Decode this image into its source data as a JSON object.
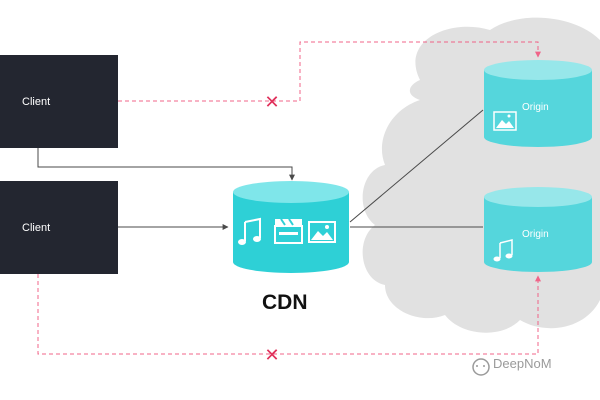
{
  "clients": [
    {
      "label": "Client"
    },
    {
      "label": "Client"
    }
  ],
  "cdn": {
    "label": "CDN",
    "icons": [
      "music-note-icon",
      "video-clapper-icon",
      "image-icon"
    ]
  },
  "origins": [
    {
      "label": "Origin",
      "icon": "image-icon"
    },
    {
      "label": "Origin",
      "icon": "music-note-icon"
    }
  ],
  "blocked_marker": "✕",
  "watermark": "DeepNoM",
  "colors": {
    "client_bg": "#232630",
    "cdn_cyan": "#2ed0d6",
    "origin_cyan": "#55d6dc",
    "cloud": "#e1e1e1",
    "blocked_path": "#f06488",
    "arrow": "#4a4a4a"
  }
}
